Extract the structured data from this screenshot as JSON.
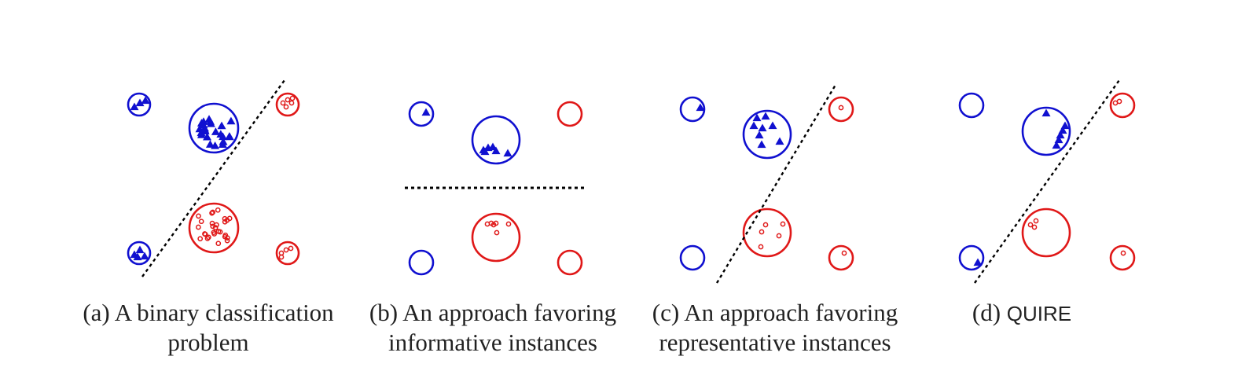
{
  "colors": {
    "positive": "#1010d0",
    "negative": "#e01818",
    "boundary": "#000000",
    "caption": "#222222"
  },
  "panels": [
    {
      "id": "a",
      "caption_lines": [
        "(a) A binary classification",
        "problem"
      ],
      "labeled_marker": "(a)"
    },
    {
      "id": "b",
      "caption_lines": [
        "(b) An approach favoring",
        "informative instances"
      ]
    },
    {
      "id": "c",
      "caption_lines": [
        "(c) An approach favoring",
        "representative instances"
      ]
    },
    {
      "id": "d",
      "caption_prefix": "(d)",
      "caption_method": "QUIRE"
    }
  ]
}
